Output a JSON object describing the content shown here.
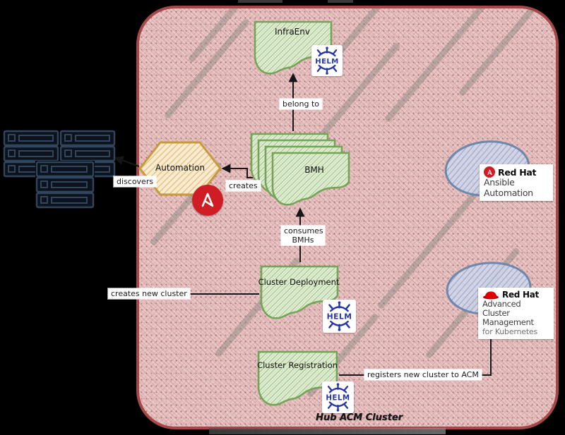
{
  "diagram": {
    "caption": "Hub ACM Cluster",
    "nodes": {
      "infraenv": "InfraEnv",
      "bmh": "BMH",
      "automation": "Automation",
      "cluster_deployment": "Cluster Deployment",
      "cluster_registration": "Cluster Registration"
    },
    "edges": {
      "belong_to": "belong to",
      "creates": "creates",
      "discovers": "discovers",
      "consumes_line1": "consumes",
      "consumes_line2": "BMHs",
      "creates_new_cluster": "creates new cluster",
      "registers_new_cluster": "registers new cluster to ACM"
    },
    "badges": {
      "helm_label": "HELM",
      "ansible": {
        "brand": "Red Hat",
        "product_line1": "Ansible",
        "product_line2": "Automation"
      },
      "acm": {
        "brand": "Red Hat",
        "product_line1": "Advanced Cluster",
        "product_line2": "Management",
        "product_line3": "for Kubernetes"
      }
    },
    "icons": {
      "helm": "ship-wheel-icon",
      "ansible": "ansible-a-icon",
      "redhat": "fedora-hat-icon",
      "bare_metal": "server-rack-icon"
    },
    "colors": {
      "page_background": "#000000",
      "container_fill": "#edc7c7",
      "container_border": "#a64848",
      "node_green_border": "#74a457",
      "node_green_fill": "#e2eed6",
      "hexagon_border": "#c79a3b",
      "hexagon_fill": "#f9ead0",
      "ellipse_border": "#6e87ab",
      "helm_navy": "#2736a4",
      "redhat_red": "#d01c24",
      "server_navy": "#31465e",
      "edge_color": "#161616"
    }
  }
}
